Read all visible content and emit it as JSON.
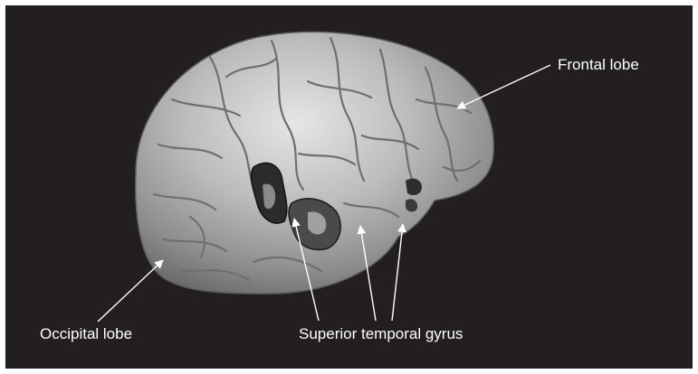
{
  "colors": {
    "background": "#231f20",
    "label_text": "#ffffff",
    "brain_surface": "#b8b8b8",
    "activation_region": "#3a3a3a"
  },
  "labels": {
    "frontal_lobe": "Frontal lobe",
    "occipital_lobe": "Occipital lobe",
    "superior_temporal_gyrus": "Superior temporal gyrus"
  },
  "image": {
    "subject": "brain-surface-render"
  }
}
